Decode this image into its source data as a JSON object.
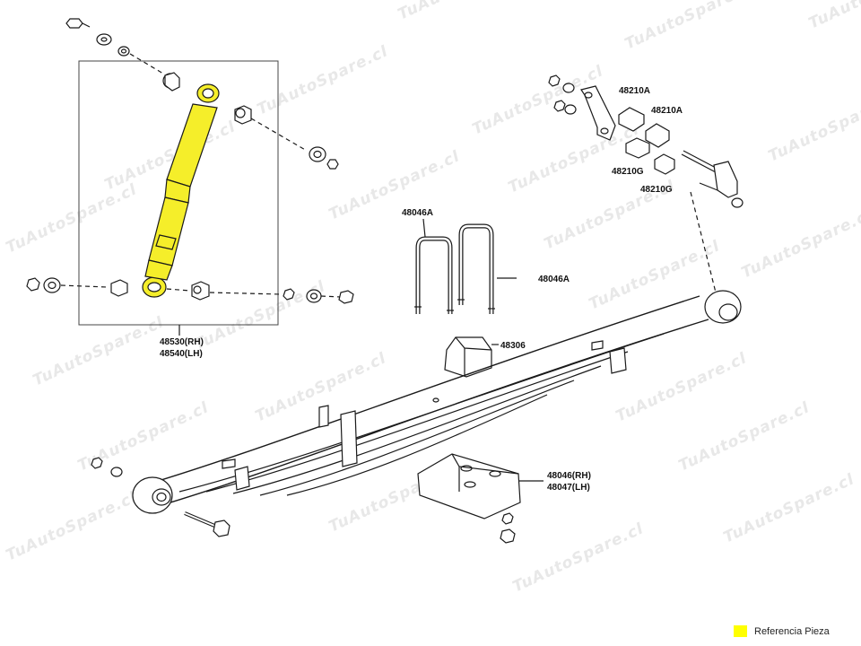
{
  "watermark": "TuAutoSpare.cl",
  "parts": {
    "shock_absorber": [
      "48530(RH)",
      "48540(LH)"
    ],
    "shackle_bushing_a1": "48210A",
    "shackle_bushing_a2": "48210A",
    "shackle_bushing_g1": "48210G",
    "shackle_bushing_g2": "48210G",
    "u_bolt_a1": "48046A",
    "u_bolt_a2": "48046A",
    "spring_bumper": "48306",
    "spring_seat": [
      "48046(RH)",
      "48047(LH)"
    ]
  },
  "legend": {
    "label": "Referencia Pieza",
    "color": "#ffff00"
  },
  "colors": {
    "highlight": "#f5ee2a",
    "line": "#1a1a1a",
    "box": "#444444"
  }
}
